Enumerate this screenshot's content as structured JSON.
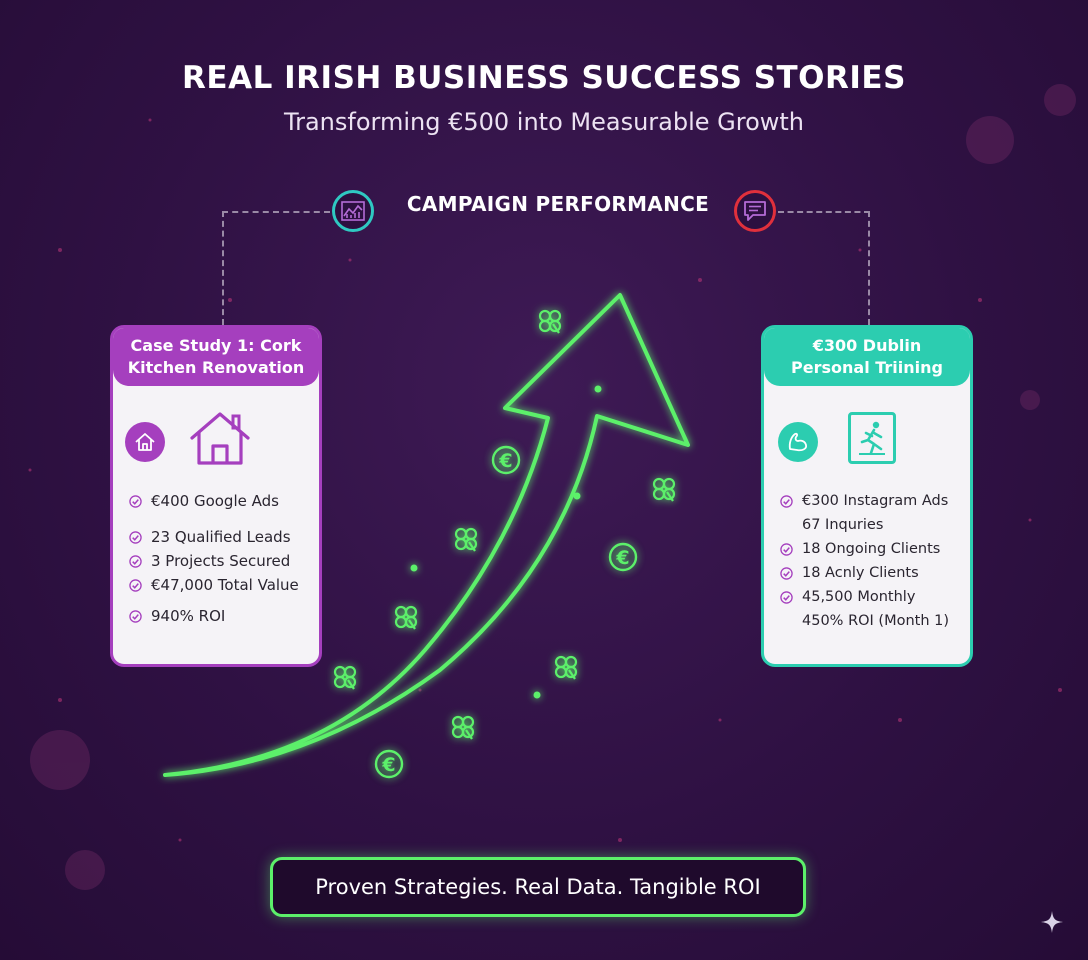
{
  "header": {
    "title": "REAL IRISH BUSINESS SUCCESS STORIES",
    "subtitle": "Transforming €500 into Measurable Growth"
  },
  "performance": {
    "title": "CAMPAIGN PERFORMANCE",
    "left_icon": "line-chart-icon",
    "right_icon": "chat-bubble-icon",
    "left_icon_color": "#2fc9c2",
    "right_icon_color": "#e0303c"
  },
  "case_left": {
    "title_line1": "Case Study 1: Cork",
    "title_line2": "Kitchen Renovation",
    "accent": "#a53fbe",
    "icons": [
      "home-icon",
      "house-outline-icon"
    ],
    "items": [
      "€400 Google Ads",
      "23 Qualified Leads",
      "3 Projects Secured",
      "€47,000 Total Value",
      "940% ROI"
    ]
  },
  "case_right": {
    "title_line1": "€300 Dublin",
    "title_line2": "Personal Triining",
    "accent": "#2ccdb0",
    "icons": [
      "flexed-arm-icon",
      "running-person-icon"
    ],
    "items": [
      "€300 Instagram Ads",
      "67 Inquries",
      "18 Ongoing Clients",
      "18 Acnly Clients",
      "45,500 Monthly",
      "450% ROI (Month 1)"
    ]
  },
  "growth": {
    "arrow_color": "#5cf06a",
    "decor_icons": [
      "shamrock-icon",
      "euro-coin-icon"
    ]
  },
  "footer": {
    "banner": "Proven Strategies. Real Data. Tangible ROI"
  }
}
